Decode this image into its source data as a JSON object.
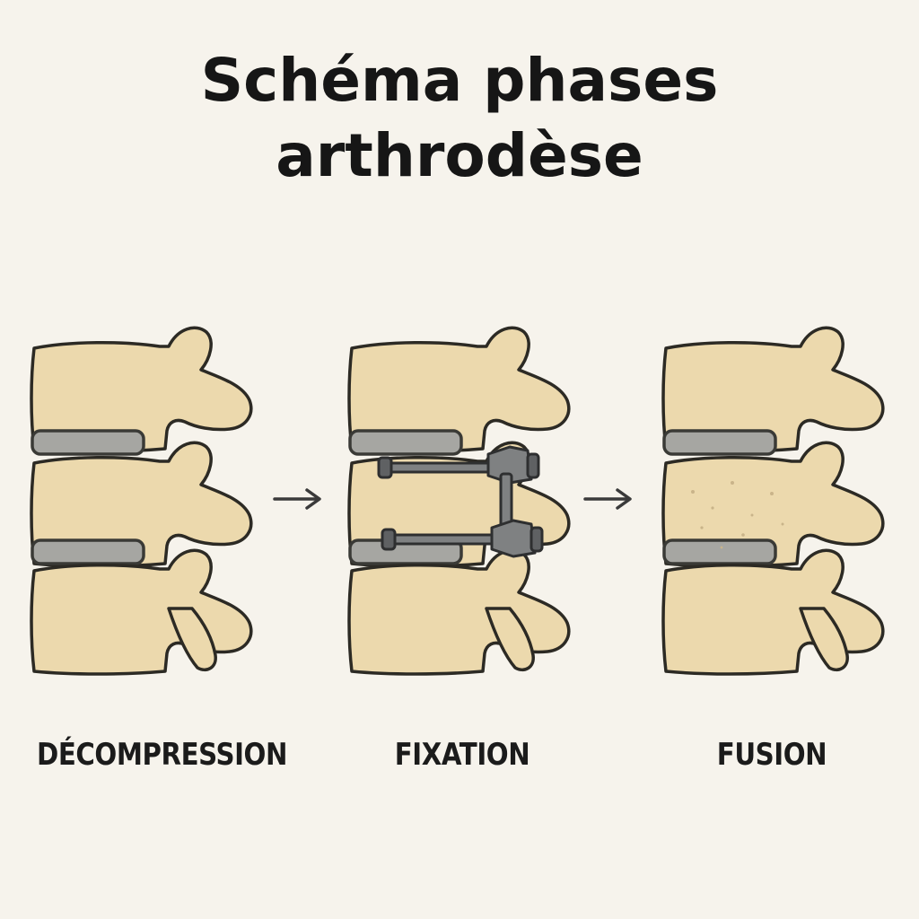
{
  "title": {
    "line1": "Schéma phases",
    "line2": "arthrodèse"
  },
  "phases": [
    {
      "label": "DÉCOMPRESSION"
    },
    {
      "label": "FIXATION"
    },
    {
      "label": "FUSION"
    }
  ],
  "colors": {
    "background": "#f6f3ec",
    "bone": "#ecd9ad",
    "disc": "#a6a6a2",
    "implant": "#7f8182",
    "outline": "#2c2a24"
  },
  "icons": [
    "arrow-right-icon",
    "arrow-right-icon"
  ]
}
